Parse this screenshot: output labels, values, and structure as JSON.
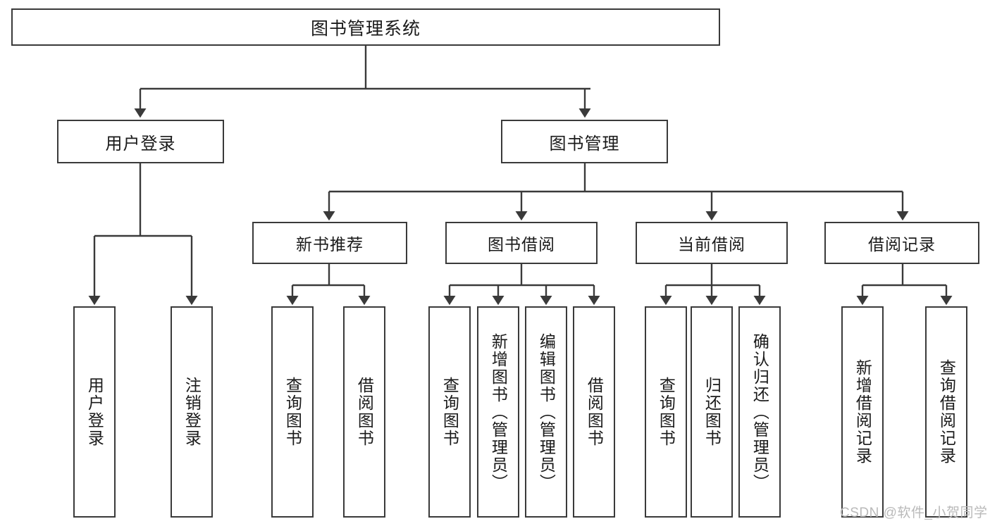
{
  "diagram": {
    "title": "图书管理系统",
    "watermark": "CSDN @软件_小贺同学",
    "line_color": "#3a3a3a",
    "box_fill": "#ffffff",
    "text_color": "#1a1a1a",
    "watermark_color": "#b9b9b9",
    "levels": {
      "root": {
        "label": "图书管理系统"
      },
      "level2": [
        {
          "id": "user-login",
          "label": "用户登录"
        },
        {
          "id": "book-management",
          "label": "图书管理"
        }
      ],
      "level3": [
        {
          "id": "new-book-recommend",
          "label": "新书推荐",
          "parent": "book-management"
        },
        {
          "id": "book-borrow",
          "label": "图书借阅",
          "parent": "book-management"
        },
        {
          "id": "current-borrow",
          "label": "当前借阅",
          "parent": "book-management"
        },
        {
          "id": "borrow-record",
          "label": "借阅记录",
          "parent": "book-management"
        }
      ],
      "leaves": [
        {
          "id": "leaf-user-login",
          "label": "用户登录",
          "parent": "user-login"
        },
        {
          "id": "leaf-logout-login",
          "label": "注销登录",
          "parent": "user-login"
        },
        {
          "id": "leaf-query-book-1",
          "label": "查询图书",
          "parent": "new-book-recommend"
        },
        {
          "id": "leaf-borrow-book-1",
          "label": "借阅图书",
          "parent": "new-book-recommend"
        },
        {
          "id": "leaf-query-book-2",
          "label": "查询图书",
          "parent": "book-borrow"
        },
        {
          "id": "leaf-add-book",
          "label": "新增图书（管理员）",
          "parent": "book-borrow"
        },
        {
          "id": "leaf-edit-book",
          "label": "编辑图书（管理员）",
          "parent": "book-borrow"
        },
        {
          "id": "leaf-borrow-book-2",
          "label": "借阅图书",
          "parent": "book-borrow"
        },
        {
          "id": "leaf-query-book-3",
          "label": "查询图书",
          "parent": "current-borrow"
        },
        {
          "id": "leaf-return-book",
          "label": "归还图书",
          "parent": "current-borrow"
        },
        {
          "id": "leaf-confirm-return",
          "label": "确认归还（管理员）",
          "parent": "current-borrow"
        },
        {
          "id": "leaf-add-record",
          "label": "新增借阅记录",
          "parent": "borrow-record"
        },
        {
          "id": "leaf-query-record",
          "label": "查询借阅记录",
          "parent": "borrow-record"
        }
      ]
    }
  }
}
